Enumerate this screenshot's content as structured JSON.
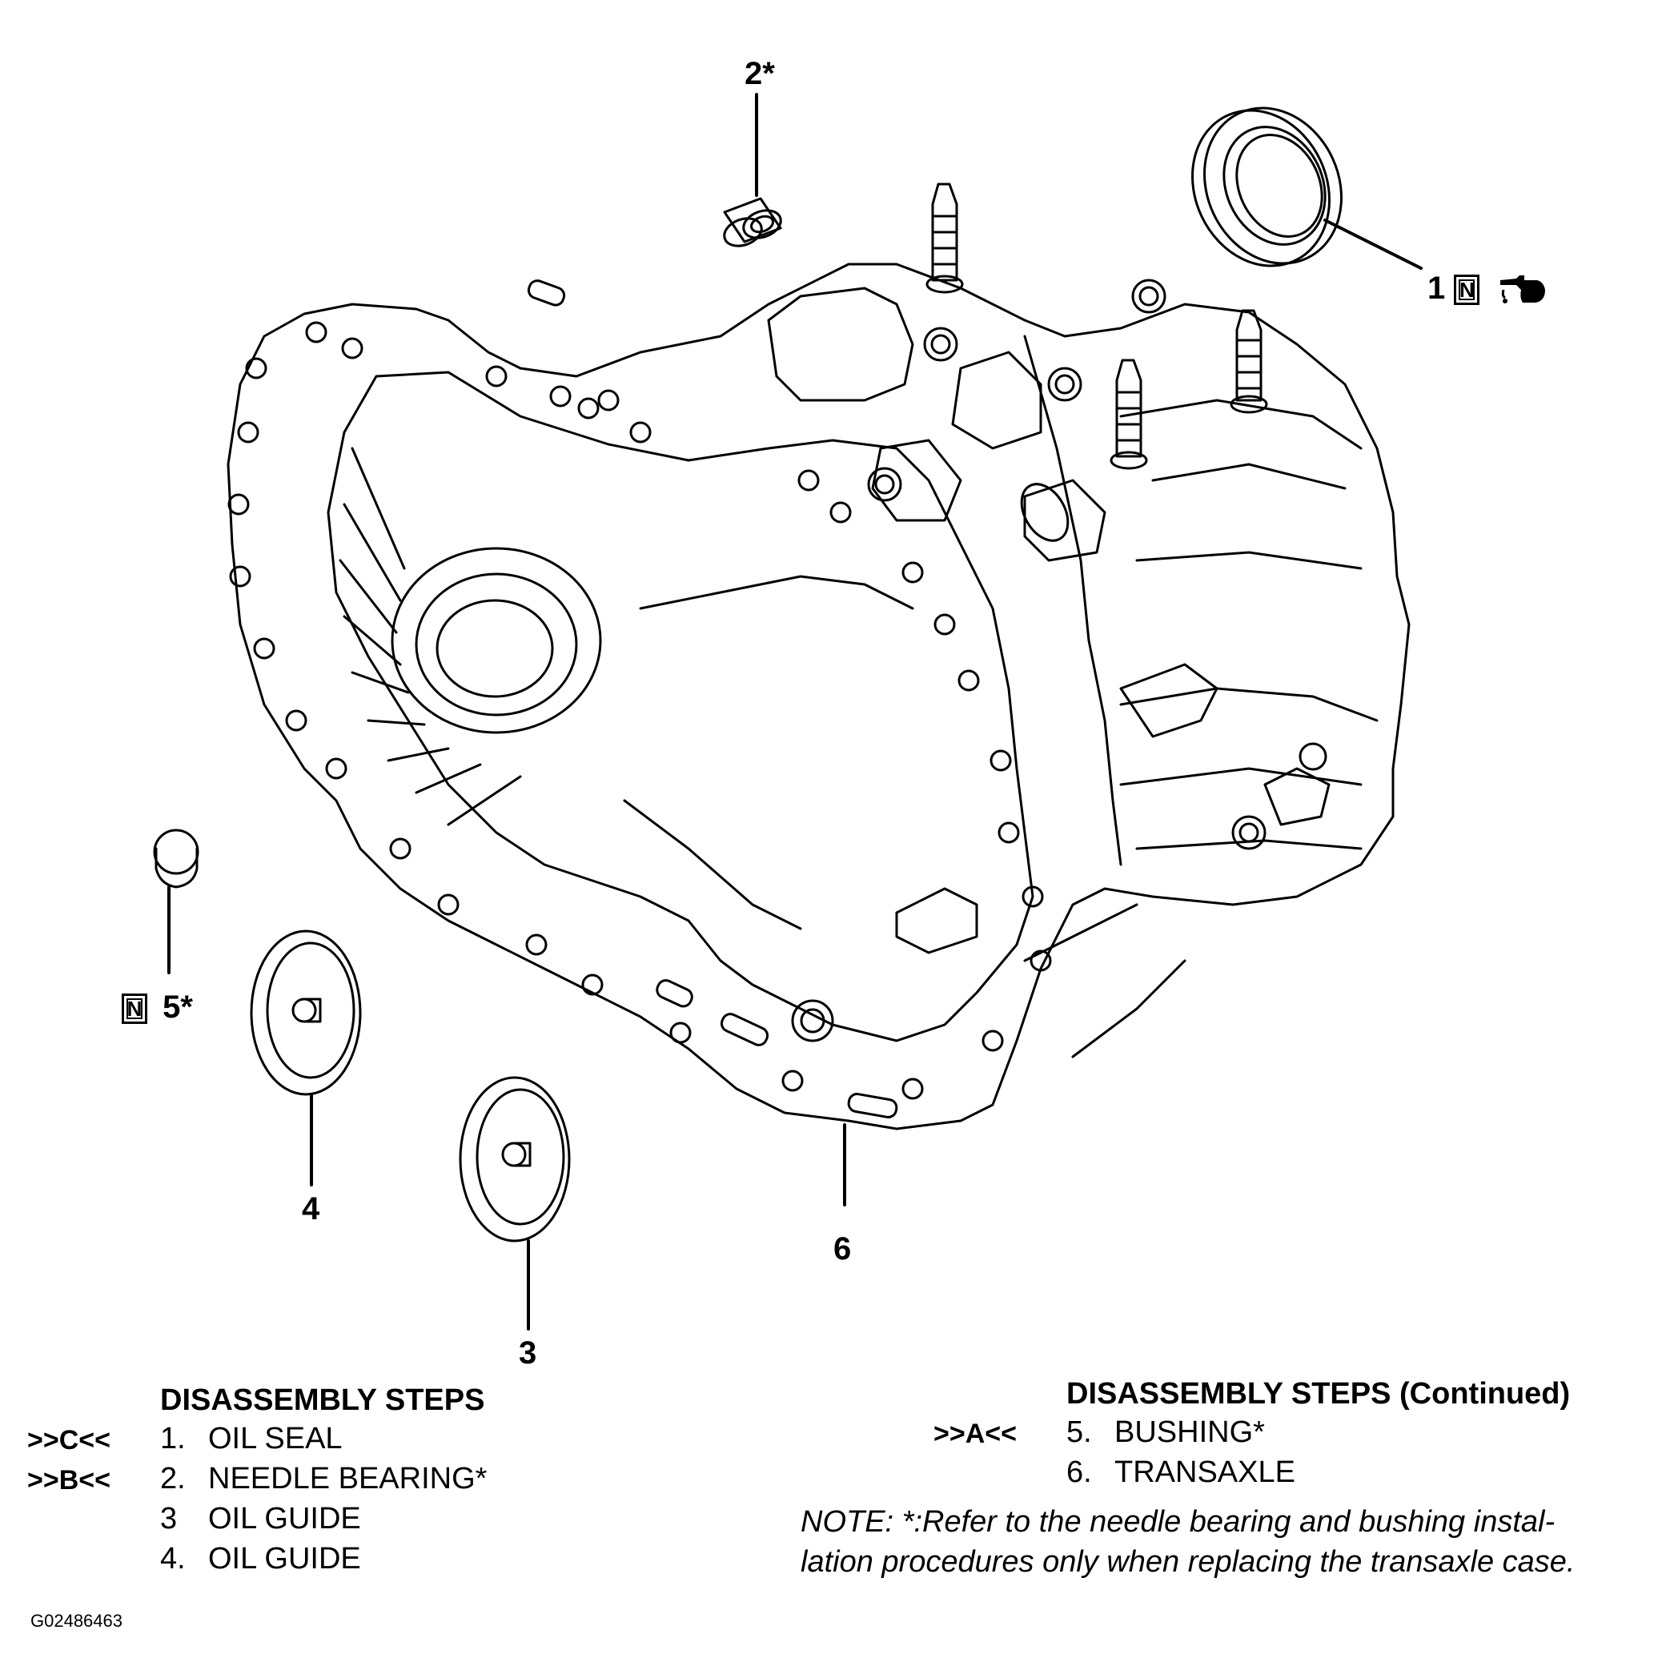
{
  "callouts": {
    "c1": "1",
    "c2": "2*",
    "c3": "3",
    "c4": "4",
    "c5": "5*",
    "c6": "6",
    "new_part_mark": "N"
  },
  "steps_left": {
    "heading": "DISASSEMBLY STEPS",
    "items": [
      {
        "mark": ">>C<<",
        "num": "1.",
        "label": "OIL SEAL"
      },
      {
        "mark": ">>B<<",
        "num": "2.",
        "label": "NEEDLE BEARING*"
      },
      {
        "mark": "",
        "num": "3",
        "label": "OIL GUIDE"
      },
      {
        "mark": "",
        "num": "4.",
        "label": "OIL GUIDE"
      }
    ]
  },
  "steps_right": {
    "heading": "DISASSEMBLY STEPS (Continued)",
    "items": [
      {
        "mark": ">>A<<",
        "num": "5.",
        "label": "BUSHING*"
      },
      {
        "mark": "",
        "num": "6.",
        "label": "TRANSAXLE"
      }
    ]
  },
  "note": {
    "line1": "NOTE:  *:Refer to the needle bearing and bushing instal-",
    "line2": "lation procedures only when replacing the transaxle case."
  },
  "figure_code": "G02486463",
  "icons": {
    "oil_can": "oil-can-icon"
  }
}
